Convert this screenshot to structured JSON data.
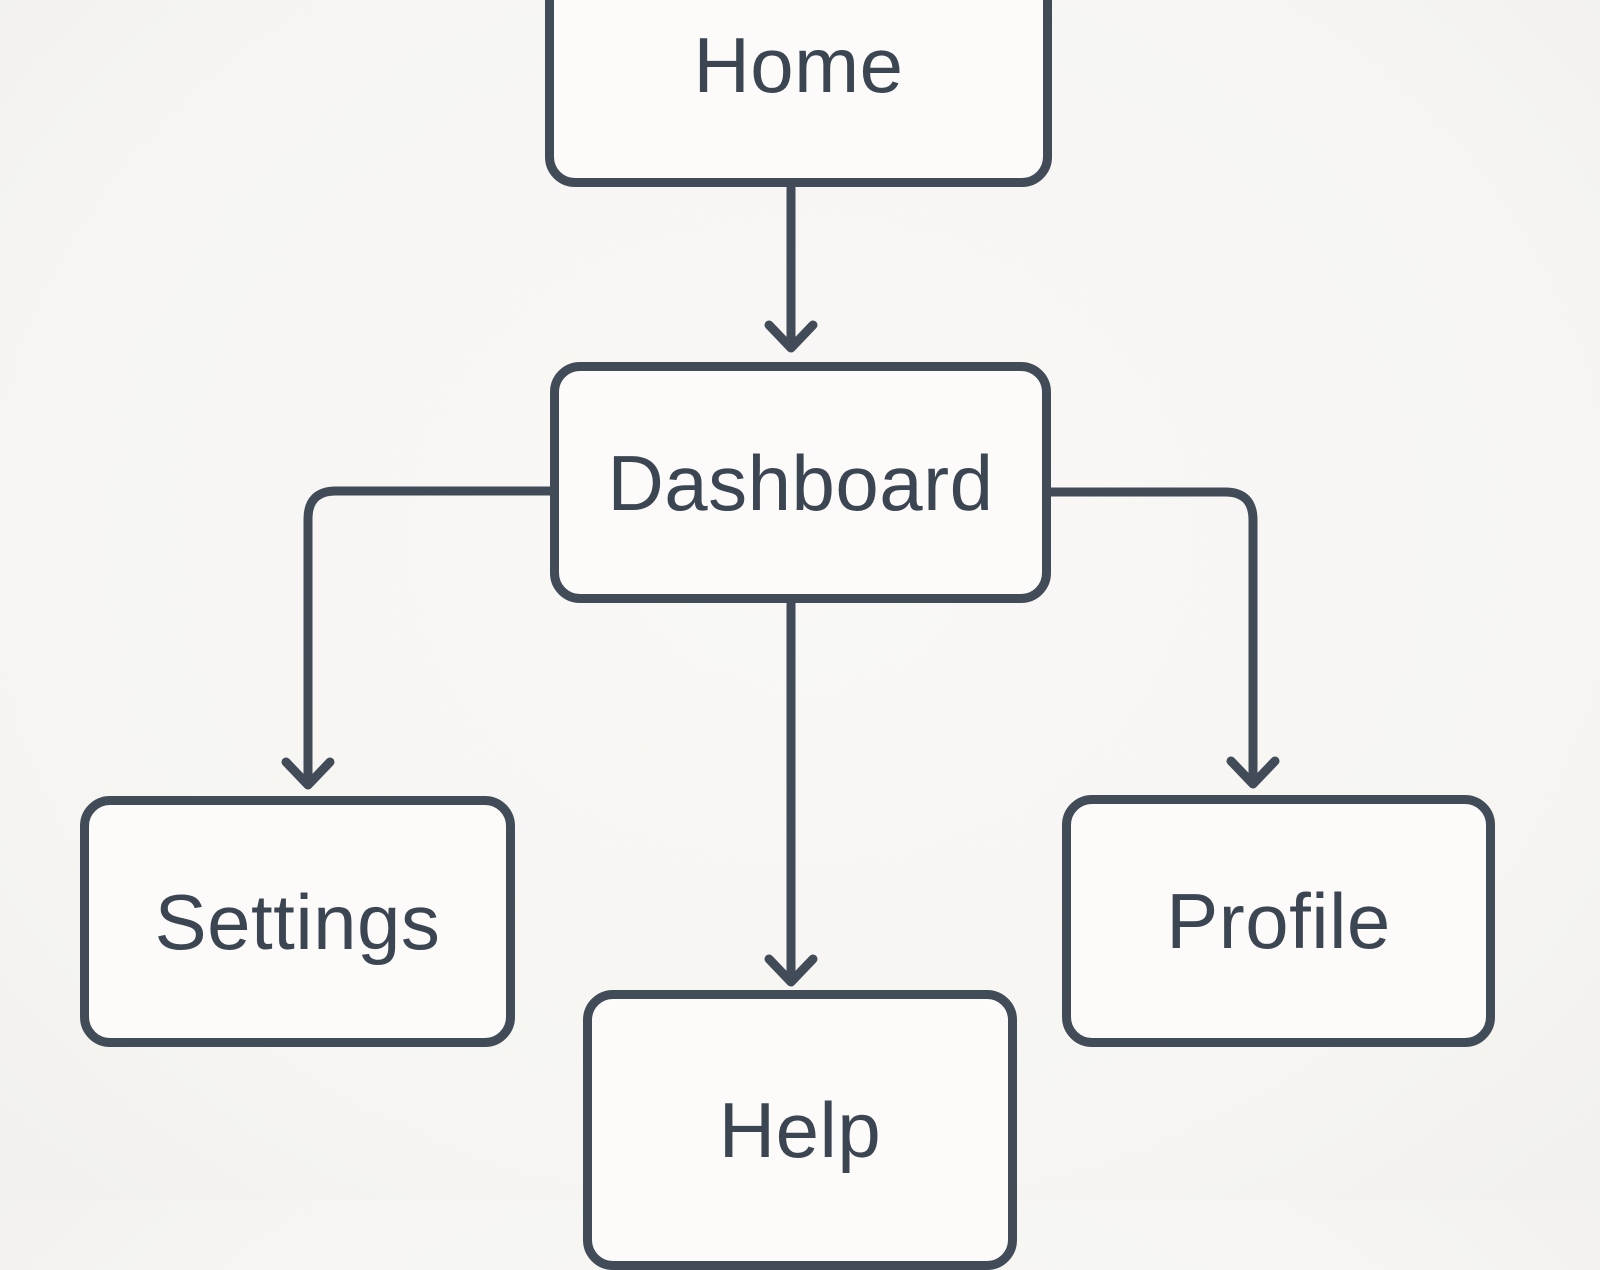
{
  "diagram": {
    "type": "flowchart",
    "nodes": [
      {
        "id": "home",
        "label": "Home"
      },
      {
        "id": "dashboard",
        "label": "Dashboard"
      },
      {
        "id": "settings",
        "label": "Settings"
      },
      {
        "id": "help",
        "label": "Help"
      },
      {
        "id": "profile",
        "label": "Profile"
      }
    ],
    "edges": [
      {
        "from": "home",
        "to": "dashboard"
      },
      {
        "from": "dashboard",
        "to": "settings"
      },
      {
        "from": "dashboard",
        "to": "help"
      },
      {
        "from": "dashboard",
        "to": "profile"
      }
    ],
    "colors": {
      "stroke": "#424c59",
      "node_fill": "#fcfbf9",
      "background": "#f6f5f2",
      "text": "#3c4653"
    }
  }
}
